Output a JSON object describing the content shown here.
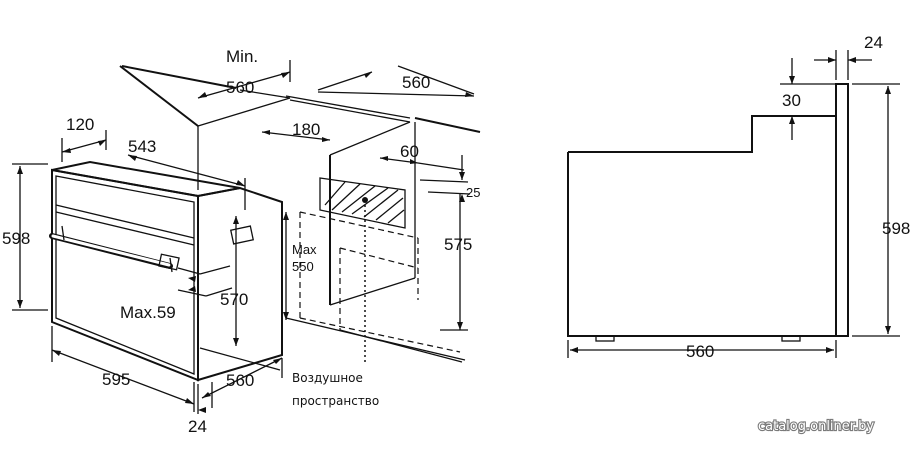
{
  "left_view": {
    "min_label": "Min.",
    "labels": {
      "d560_top": "560",
      "d560_right": "560",
      "d120": "120",
      "d543": "543",
      "d180": "180",
      "d60": "60",
      "d25": "25",
      "d598": "598",
      "d575": "575",
      "max_label": "Max",
      "d550": "550",
      "d570": "570",
      "max59": "Max.59",
      "d595": "595",
      "d560_bottom": "560",
      "d24": "24"
    },
    "airspace_line1": "Воздушное",
    "airspace_line2": "пространство"
  },
  "right_view": {
    "labels": {
      "d24": "24",
      "d30": "30",
      "d598": "598",
      "d560": "560"
    }
  },
  "watermark": "catalog.onliner.by"
}
